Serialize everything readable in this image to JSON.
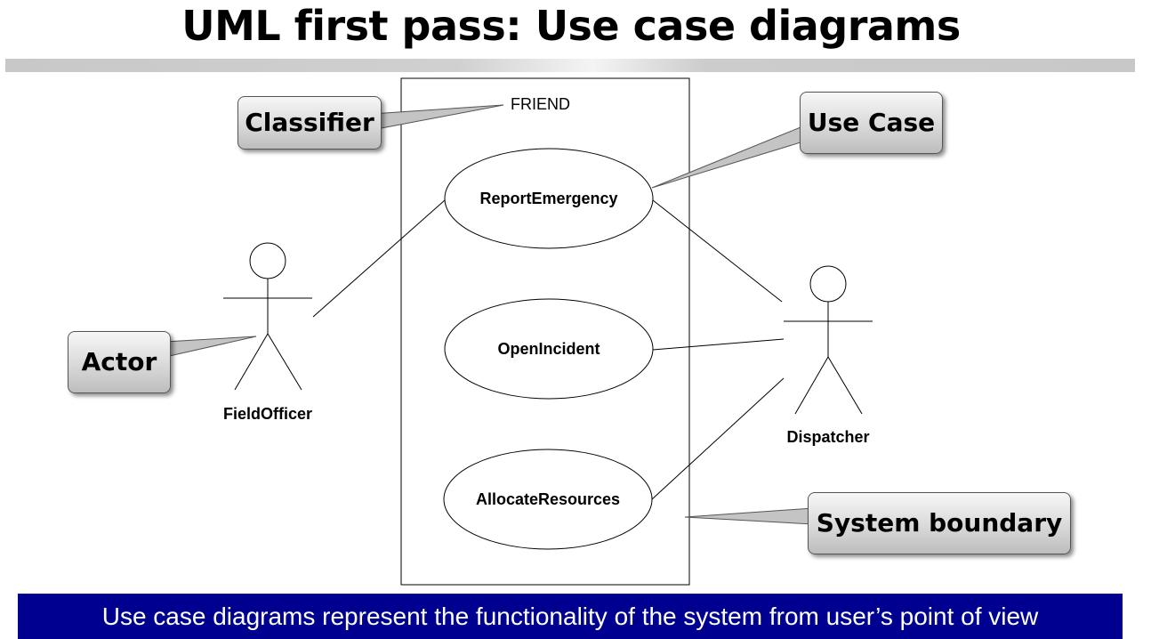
{
  "title": "UML first pass: Use case diagrams",
  "system": {
    "name": "FRIEND"
  },
  "use_cases": [
    "ReportEmergency",
    "OpenIncident",
    "AllocateResources"
  ],
  "actors": [
    "FieldOfficer",
    "Dispatcher"
  ],
  "callouts": {
    "classifier": "Classifier",
    "use_case": "Use Case",
    "actor": "Actor",
    "system_boundary": "System boundary"
  },
  "caption": "Use case diagrams represent the functionality of the system from user’s point of view"
}
